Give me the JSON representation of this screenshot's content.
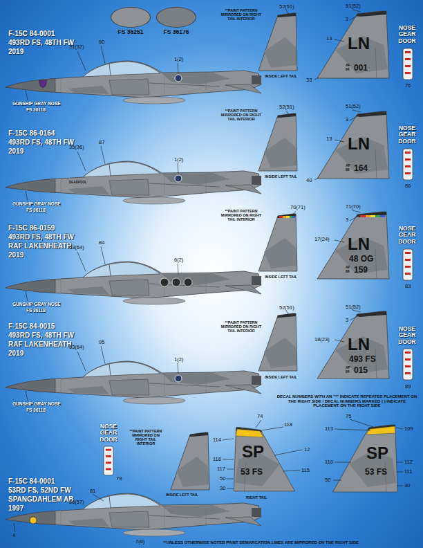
{
  "diagram": {
    "labels": [
      "F-15C 84-0001",
      "493RD FS, 48TH FW",
      "2019",
      "31(32)",
      "80",
      "1(2)",
      "GUNSHIP GRAY NOSE",
      "FS 36118",
      "**PAINT PATTERN MIRRORED ON RIGHT TAIL INTERIOR",
      "52(51)",
      "INSIDE LEFT TAIL",
      "51(52)",
      "3",
      "13",
      "LN",
      "AF 84",
      "001",
      "33",
      "NOSE GEAR DOOR",
      "76",
      "F-15C 86-0164",
      "493RD FS, 48TH FW",
      "2019",
      "35(36)",
      "87",
      "1(2)",
      "DEADPOOL",
      "GUNSHIP GRAY NOSE",
      "FS 36118",
      "**PAINT PATTERN MIRRORED ON RIGHT TAIL INTERIOR",
      "52(51)",
      "INSIDE LEFT TAIL",
      "51(52)",
      "3",
      "13",
      "LN",
      "AF 86",
      "164",
      "40",
      "NOSE GEAR DOOR",
      "86",
      "F-15C 86-0159",
      "493RD FS, 48TH FW",
      "RAF LAKENHEATH",
      "2019",
      "63(64)",
      "84",
      "6(2)",
      "GUNSHIP GRAY NOSE",
      "FS 36118",
      "**PAINT PATTERN MIRRORED ON RIGHT TAIL INTERIOR",
      "70(71)",
      "INSIDE LEFT TAIL",
      "71(70)",
      "3",
      "17(24)",
      "LN",
      "48 OG",
      "AF 86",
      "159",
      "NOSE GEAR DOOR",
      "83",
      "F-15C 84-0015",
      "493RD FS, 48TH FW",
      "RAF LAKENHEATH",
      "2019",
      "63(64)",
      "95",
      "1(2)",
      "GUNSHIP GRAY NOSE",
      "FS 36118",
      "**PAINT PATTERN MIRRORED ON RIGHT TAIL INTERIOR",
      "52(51)",
      "INSIDE LEFT TAIL",
      "51(52)",
      "3",
      "18(23)",
      "LN",
      "493 FS",
      "AF 84",
      "015",
      "NOSE GEAR DOOR",
      "89",
      "DECAL NUMBERS WITH AN \"*\" INDICATE REPEATED PLACEMENT ON THE RIGHT SIDE / DECAL NUMBERS MARKED ( ) INDICATE PLACEMENT ON THE RIGHT SIDE",
      "NOSE GEAR DOOR",
      "79",
      "**PAINT PATTERN MIRRORED ON RIGHT TAIL INTERIOR",
      "INSIDE LEFT TAIL",
      "114",
      "74",
      "118",
      "116",
      "117",
      "SP",
      "50",
      "53 FS",
      "30",
      "12",
      "115",
      "RIGHT TAIL",
      "75",
      "113",
      "109",
      "110",
      "SP",
      "112",
      "50",
      "53 FS",
      "111",
      "30",
      "F-15C 84-0001",
      "53RD FS, 52ND FW",
      "SPANGDAHLEM AB",
      "1997",
      "56(57)",
      "81",
      "4",
      "7(8)",
      "**UNLESS OTHERWISE NOTED PAINT DEMARCATION LINES ARE MIRRORED ON THE RIGHT SIDE"
    ],
    "legend": [
      {
        "text": "FS 36251",
        "color": "#8f9397"
      },
      {
        "text": "FS 36176",
        "color": "#7a7f84"
      }
    ]
  }
}
